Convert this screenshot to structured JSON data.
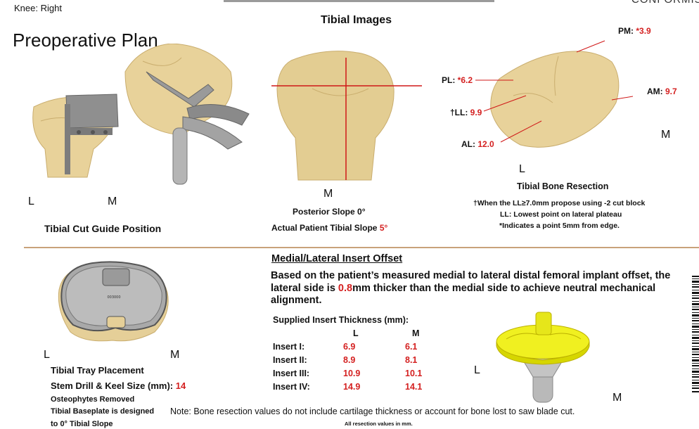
{
  "header": {
    "knee": "Knee: Right",
    "plan_title": "Preoperative Plan",
    "section_title": "Tibial Images",
    "brand_fragment": "CONFORMIS"
  },
  "cut_guide": {
    "label_l": "L",
    "label_m": "M",
    "caption": "Tibial Cut Guide Position"
  },
  "slope": {
    "label_m": "M",
    "posterior_slope": "Posterior Slope 0°",
    "actual_prefix": "Actual Patient Tibial Slope ",
    "actual_value": "5°"
  },
  "resection": {
    "pm_label": "PM: ",
    "pm_value": "*3.9",
    "pl_label": "PL: ",
    "pl_value": "*6.2",
    "am_label": "AM: ",
    "am_value": "9.7",
    "ll_label": "†LL: ",
    "ll_value": "9.9",
    "al_label": "AL: ",
    "al_value": "12.0",
    "label_m": "M",
    "label_l": "L",
    "caption": "Tibial Bone Resection",
    "note1": "†When the LL≥7.0mm propose using -2 cut block",
    "note2": "LL: Lowest point on lateral plateau",
    "note3": "*Indicates a point 5mm from edge."
  },
  "tray": {
    "label_l": "L",
    "label_m": "M",
    "placement": "Tibial Tray Placement",
    "stem_label": "Stem Drill & Keel Size (mm): ",
    "stem_value": "14",
    "osteophytes": "Osteophytes Removed",
    "baseplate_line1": "Tibial Baseplate is designed",
    "baseplate_line2": "to 0° Tibial Slope"
  },
  "offset": {
    "title": "Medial/Lateral Insert Offset",
    "text_part1": "Based on the patient’s measured medial to lateral distal femoral implant offset, the lateral side is ",
    "offset_value": "0.8",
    "text_part2": "mm thicker than the medial side to achieve neutral mechanical alignment.",
    "table_title": "Supplied Insert Thickness (mm):",
    "col_l": "L",
    "col_m": "M",
    "rows": [
      {
        "label": "Insert I:",
        "l": "6.9",
        "m": "6.1"
      },
      {
        "label": "Insert II:",
        "l": "8.9",
        "m": "8.1"
      },
      {
        "label": "Insert III:",
        "l": "10.9",
        "m": "10.1"
      },
      {
        "label": "Insert IV:",
        "l": "14.9",
        "m": "14.1"
      }
    ]
  },
  "insert_view": {
    "label_l": "L",
    "label_m": "M"
  },
  "footer": {
    "note": "Note: Bone resection values do not include cartilage thickness or account for bone lost to saw blade cut.",
    "units": "All resection values in mm."
  },
  "colors": {
    "bone": "#e8d29a",
    "metal": "#9a9a9a",
    "insert_yellow": "#f0f020",
    "accent_red": "#d42020",
    "divider": "#c8a27a"
  }
}
